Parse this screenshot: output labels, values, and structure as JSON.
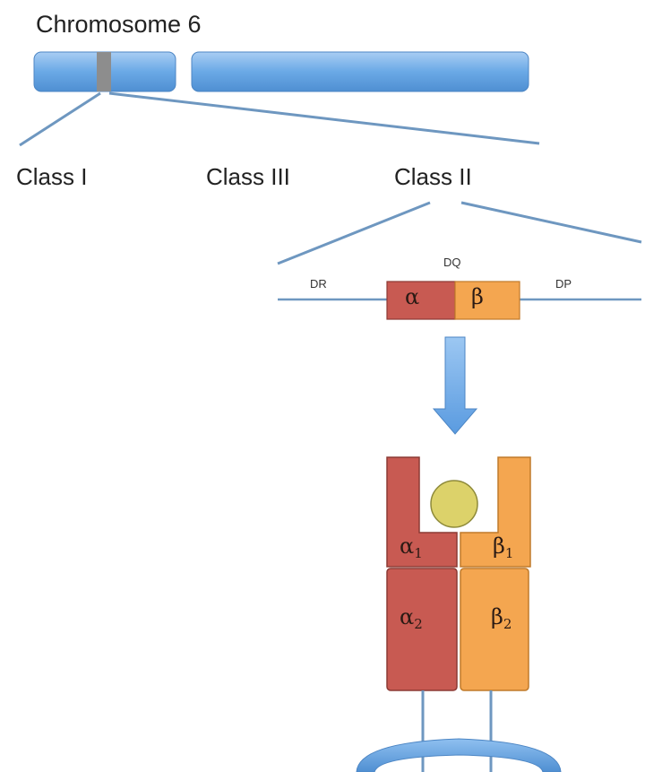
{
  "title": "Chromosome 6",
  "classes": {
    "class1": "Class I",
    "class3": "Class III",
    "class2": "Class II"
  },
  "genes": {
    "dr": "DR",
    "dq": "DQ",
    "dp": "DP"
  },
  "chains": {
    "alpha": "α",
    "beta": "β"
  },
  "domains": {
    "alpha1": {
      "base": "α",
      "sub": "1"
    },
    "beta1": {
      "base": "β",
      "sub": "1"
    },
    "alpha2": {
      "base": "α",
      "sub": "2"
    },
    "beta2": {
      "base": "β",
      "sub": "2"
    }
  },
  "colors": {
    "chromosome": "#6aa9e6",
    "alpha": "#c85a52",
    "beta": "#f4a650",
    "peptide": "#dcd26a",
    "line": "#6e97c0"
  }
}
